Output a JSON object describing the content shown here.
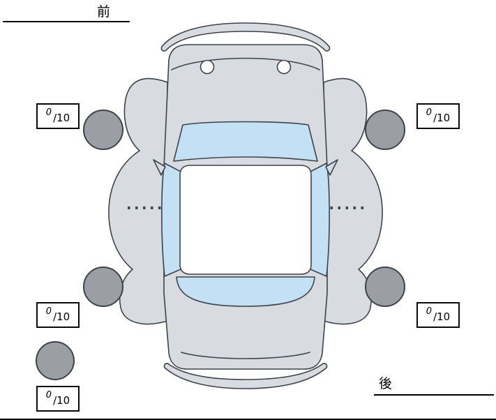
{
  "labels": {
    "front": "前",
    "rear": "後"
  },
  "tire_scores": {
    "front_left": {
      "value": "0",
      "max": "/10"
    },
    "front_right": {
      "value": "0",
      "max": "/10"
    },
    "rear_left": {
      "value": "0",
      "max": "/10"
    },
    "rear_right": {
      "value": "0",
      "max": "/10"
    },
    "spare": {
      "value": "0",
      "max": "/10"
    }
  },
  "colors": {
    "car_body": "#d8dce1",
    "car_window": "#c3e0f4",
    "tire": "#9b9fa3",
    "outline": "#3d434b"
  }
}
